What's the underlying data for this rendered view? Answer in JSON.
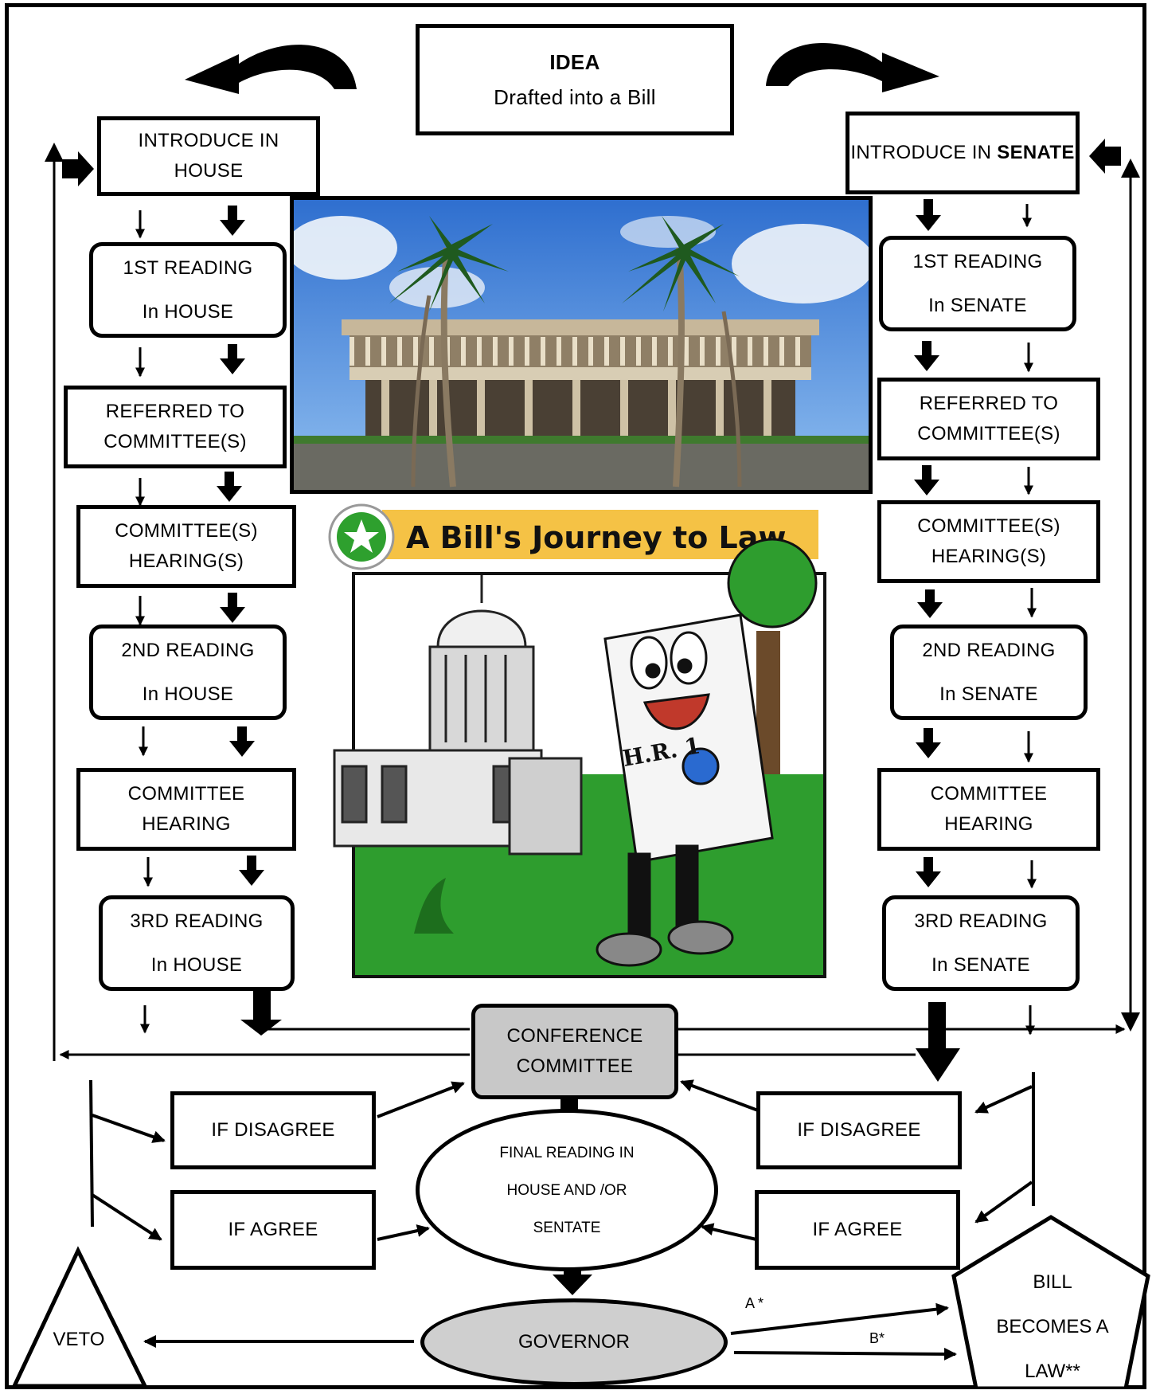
{
  "idea": {
    "title": "IDEA",
    "subtitle": "Drafted into a Bill"
  },
  "house": {
    "introduce": "INTRODUCE IN HOUSE",
    "reading1": [
      "1ST READING",
      "In HOUSE"
    ],
    "referred": [
      "REFERRED TO",
      "COMMITTEE(S)"
    ],
    "hearings": [
      "COMMITTEE(S)",
      "HEARING(S)"
    ],
    "reading2": [
      "2ND READING",
      "In HOUSE"
    ],
    "hearing": [
      "COMMITTEE",
      "HEARING"
    ],
    "reading3": [
      "3RD READING",
      "In HOUSE"
    ]
  },
  "senate": {
    "introduce_prefix": "INTRODUCE IN ",
    "introduce_bold": "SENATE",
    "reading1": [
      "1ST READING",
      "In SENATE"
    ],
    "referred": [
      "REFERRED TO",
      "COMMITTEE(S)"
    ],
    "hearings": [
      "COMMITTEE(S)",
      "HEARING(S)"
    ],
    "reading2": [
      "2ND READING",
      "In SENATE"
    ],
    "hearing": [
      "COMMITTEE",
      "HEARING"
    ],
    "reading3": [
      "3RD READING",
      "In SENATE"
    ]
  },
  "conference": [
    "CONFERENCE",
    "COMMITTEE"
  ],
  "left_disagree": "IF DISAGREE",
  "left_agree": "IF AGREE",
  "right_disagree": "IF DISAGREE",
  "right_agree": "IF AGREE",
  "final_reading": [
    "FINAL READING IN",
    "HOUSE AND /OR",
    "SENTATE"
  ],
  "governor": "GOVERNOR",
  "veto": "VETO",
  "law": [
    "BILL",
    "BECOMES A",
    "LAW**"
  ],
  "label_a": "A *",
  "label_b": "B*",
  "cartoon": {
    "banner": "A Bill's Journey to Law",
    "bill_text": "H.R. 1"
  },
  "colors": {
    "conference_fill": "#c8c8c8",
    "governor_fill": "#cfcfcf",
    "banner": "#f5c245",
    "grass": "#2e9d2e",
    "sky": "#5b95d6"
  }
}
